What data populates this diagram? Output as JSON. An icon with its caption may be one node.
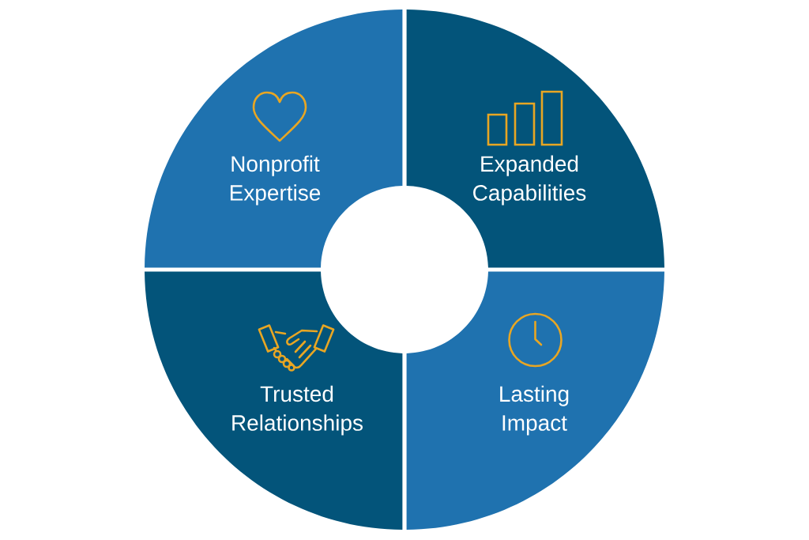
{
  "diagram": {
    "nodes": [
      {
        "text": [
          "Nonprofit Expertise"
        ]
      },
      {
        "text": [
          "Expanded Capabilities"
        ]
      },
      {
        "text": [
          "Trusted Relationships"
        ]
      },
      {
        "text": [
          "Lasting Impact"
        ]
      }
    ]
  }
}
